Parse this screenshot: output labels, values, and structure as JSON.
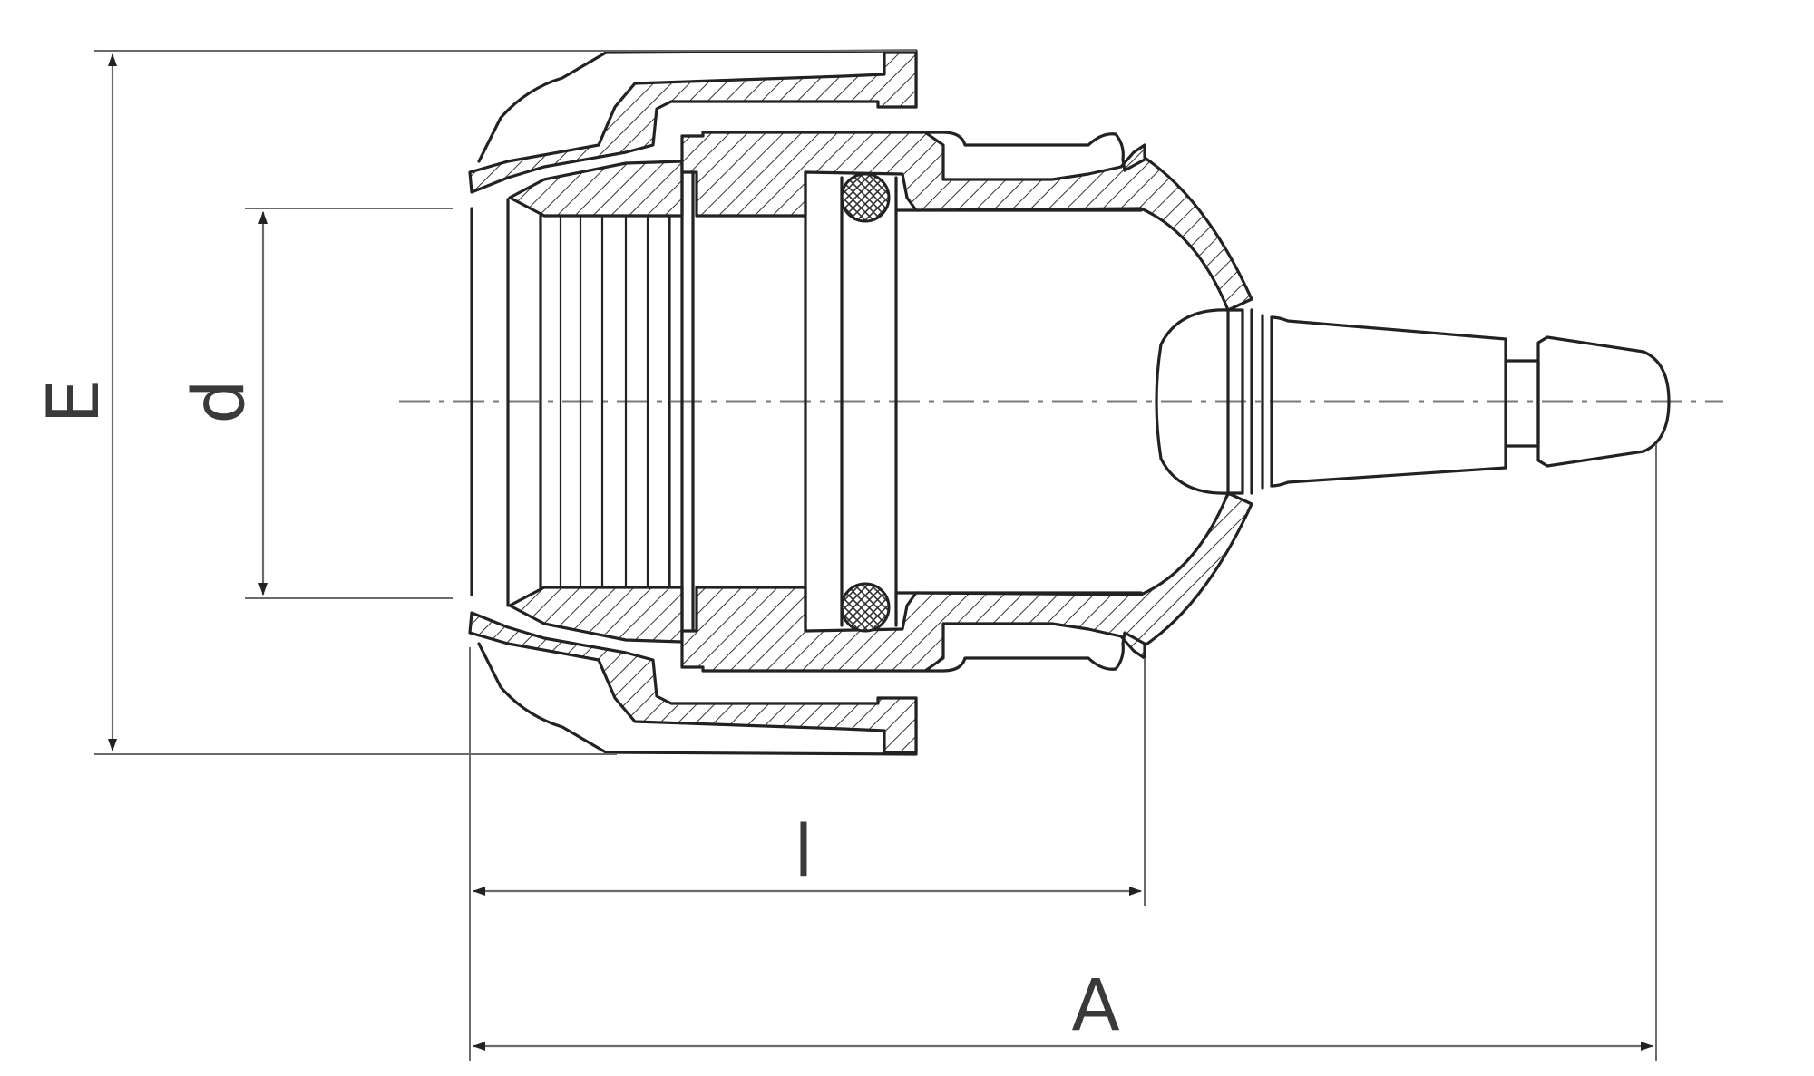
{
  "dimensions": {
    "E": "E",
    "d": "d",
    "l": "l",
    "A": "A"
  },
  "colors": {
    "line": "#222222",
    "dimension": "#6a6a6a",
    "background": "#ffffff"
  }
}
